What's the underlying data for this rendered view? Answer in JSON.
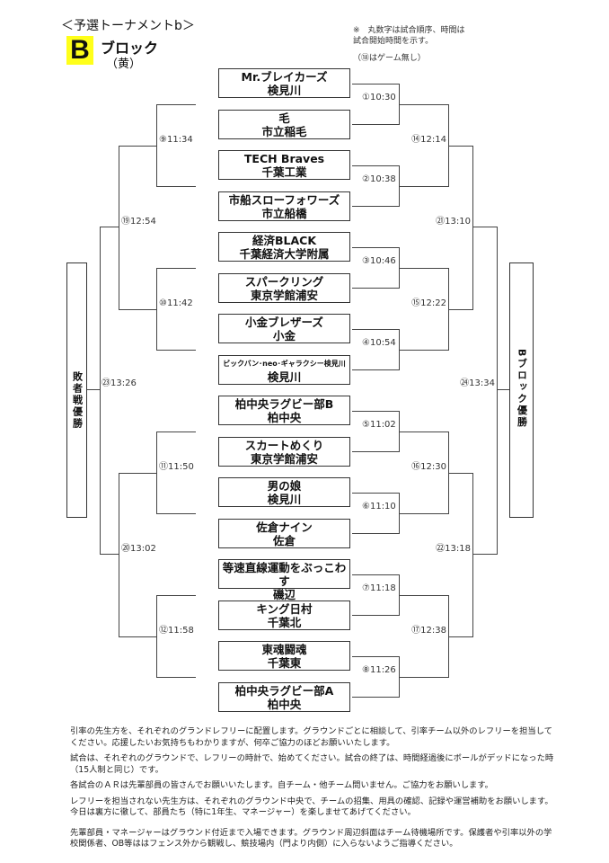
{
  "header": {
    "title": "＜予選トーナメントb＞",
    "block_letter": "B",
    "block_name": "ブロック",
    "block_color": "（黄）",
    "note_line1": "※　丸数字は試合順序、時間は",
    "note_line2": "試合開始時間を示す。",
    "note_no_game": "（⑱はゲーム無し）"
  },
  "teams": [
    {
      "name": "Mr.ブレイカーズ",
      "school": "検見川"
    },
    {
      "name": "毛",
      "school": "市立稲毛"
    },
    {
      "name": "TECH Braves",
      "school": "千葉工業"
    },
    {
      "name": "市船スローフォワーズ",
      "school": "市立船橋"
    },
    {
      "name": "経済BLACK",
      "school": "千葉経済大学附属"
    },
    {
      "name": "スパークリング",
      "school": "東京学館浦安"
    },
    {
      "name": "小金ブレザーズ",
      "school": "小金"
    },
    {
      "name": "ビックバン･neo･ギャラクシー検見川",
      "school": "検見川"
    },
    {
      "name": "柏中央ラグビー部B",
      "school": "柏中央"
    },
    {
      "name": "スカートめくり",
      "school": "東京学館浦安"
    },
    {
      "name": "男の娘",
      "school": "検見川"
    },
    {
      "name": "佐倉ナイン",
      "school": "佐倉"
    },
    {
      "name": "等速直線運動をぶっこわす",
      "school": "磯辺"
    },
    {
      "name": "キング日村",
      "school": "千葉北"
    },
    {
      "name": "東魂闘魂",
      "school": "千葉東"
    },
    {
      "name": "柏中央ラグビー部A",
      "school": "柏中央"
    }
  ],
  "first_round": [
    "①10:30",
    "②10:38",
    "③10:46",
    "④10:54",
    "⑤11:02",
    "⑥11:10",
    "⑦11:18",
    "⑧11:26"
  ],
  "winners_bracket": {
    "round2": [
      "⑭12:14",
      "⑮12:22",
      "⑯12:30",
      "⑰12:38"
    ],
    "round3": [
      "㉑13:10",
      "㉒13:18"
    ],
    "final": "㉔13:34",
    "champion_label": "Bブロック優勝"
  },
  "losers_bracket": {
    "round2": [
      "⑨11:34",
      "⑩11:42",
      "⑪11:50",
      "⑫11:58"
    ],
    "round3": [
      "⑲12:54",
      "⑳13:02"
    ],
    "final": "㉓13:26",
    "champion_label": "敗者戦優勝"
  },
  "notes": [
    "引率の先生方を、それぞれのグランドレフリーに配置します。グラウンドごとに相談して、引率チーム以外のレフリーを担当してください。応援したいお気持ちもわかりますが、何卒ご協力のほどお願いいたします。",
    "試合は、それぞれのグラウンドで、レフリーの時計で、始めてください。試合の終了は、時間経過後にボールがデッドになった時（15人制と同じ）です。",
    "各試合のＡＲは先輩部員の皆さんでお願いいたします。自チーム・他チーム問いません。ご協力をお願いします。",
    "レフリーを担当されない先生方は、それぞれのグラウンド中央で、チームの招集、用具の確認、記録や運営補助をお願いします。今日は裏方に徹して、部員たち（特に1年生、マネージャー）を楽しませてあげてください。",
    "先輩部員・マネージャーはグラウンド付近まで入場できます。グラウンド周辺斜面はチーム待機場所です。保護者や引率以外の学校関係者、OB等ははフェンス外から観戦し、競技場内（門より内側）に入らないようご指導ください。"
  ]
}
